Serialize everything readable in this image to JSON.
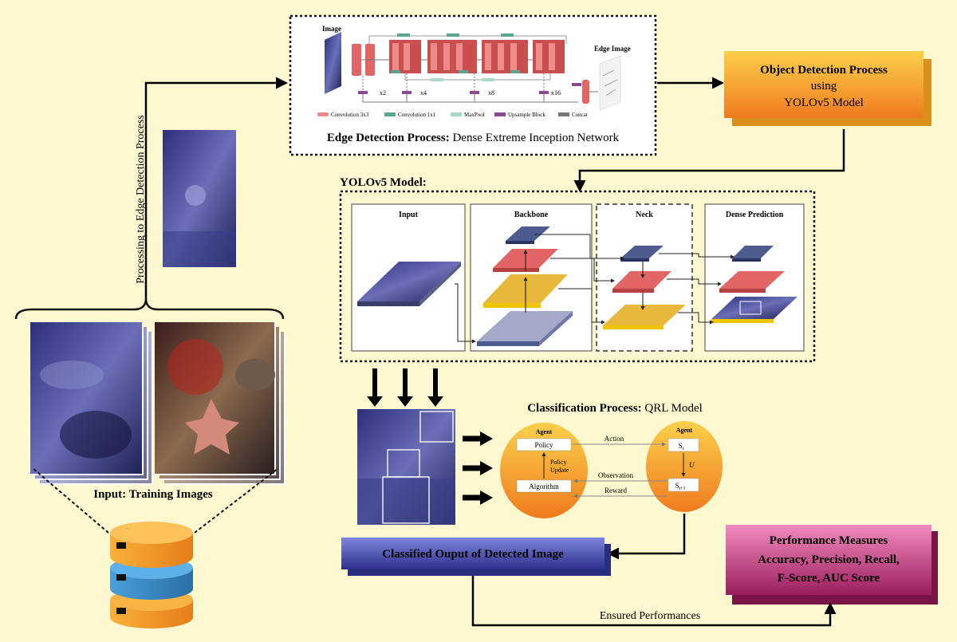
{
  "colors": {
    "background": "#fdf8cf",
    "orange": "#f5a623",
    "blue_box": "#4a4fb0",
    "pink_box": "#c2407f",
    "layer_blue": "#4d5b8f",
    "layer_red": "#e26565",
    "layer_yellow": "#e8b83a"
  },
  "input": {
    "caption": "Input: Training Images",
    "side_label": "Processing to Edge Detection Process"
  },
  "edge": {
    "title_bold": "Edge Detection Process:",
    "title_rest": " Dense Extreme Inception Network",
    "image_label": "Image",
    "edge_image_label": "Edge Image",
    "multipliers": [
      "x2",
      "x4",
      "x8",
      "x16"
    ],
    "legend": [
      "Convolution 3x3",
      "Convolution 1x1",
      "MaxPool",
      "Upsample Block",
      "Concat"
    ]
  },
  "object_detection": {
    "line1": "Object Detection Process",
    "line2": "using",
    "line3": "YOLOv5 Model"
  },
  "yolo": {
    "title": "YOLOv5 Model:",
    "panels": [
      "Input",
      "Backbone",
      "Neck",
      "Dense Prediction"
    ]
  },
  "qrl": {
    "title_bold": "Classification Process:",
    "title_rest": " QRL Model",
    "agent_left": "Agent",
    "agent_right": "Agent",
    "policy": "Policy",
    "algorithm": "Algorithm",
    "policy_update_1": "Policy",
    "policy_update_2": "Update",
    "action": "Action",
    "observation": "Observation",
    "reward": "Reward",
    "state_t": "S",
    "state_t_sub": "t",
    "state_next": "S",
    "state_next_sub": "t+1",
    "transition": "U"
  },
  "classified_output": "Classified Ouput of Detected Image",
  "performance": {
    "line1": "Performance Measures",
    "line2": "Accuracy, Precision, Recall,",
    "line3": "F-Score, AUC Score"
  },
  "ensured": "Ensured Performances"
}
